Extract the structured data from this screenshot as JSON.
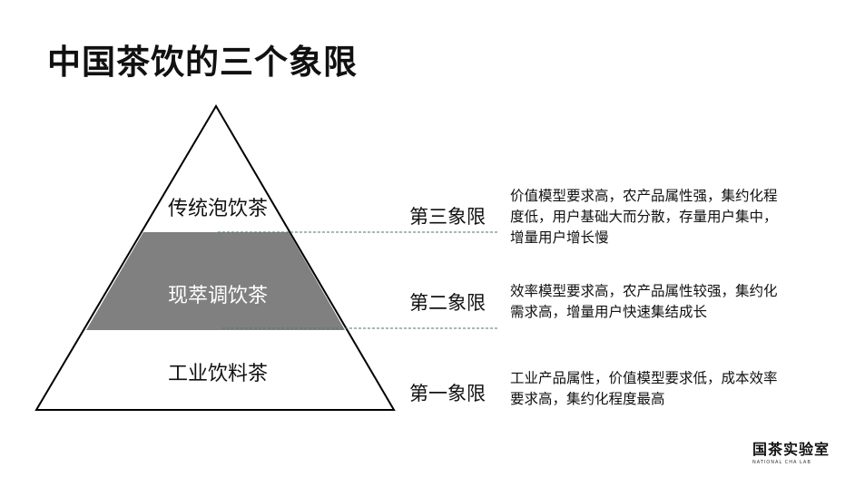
{
  "title": "中国茶饮的三个象限",
  "tiers": [
    {
      "name": "传统泡饮茶",
      "quadrant": "第三象限",
      "description": "价值模型要求高，农产品属性强，集约化程度低，用户基础大而分散，存量用户集中，增量用户增长慢"
    },
    {
      "name": "现萃调饮茶",
      "quadrant": "第二象限",
      "description": "效率模型要求高，农产品属性较强，集约化需求高，增量用户快速集结成长"
    },
    {
      "name": "工业饮料茶",
      "quadrant": "第一象限",
      "description": "工业产品属性，价值模型要求低，成本效率要求高，集约化程度最高"
    }
  ],
  "logo": {
    "main": "国茶实验室",
    "sub": "NATIONAL CHA LAB"
  },
  "colors": {
    "middle_band": "#808080",
    "outline": "#000000",
    "dashed_line": "#4a7a6a"
  }
}
